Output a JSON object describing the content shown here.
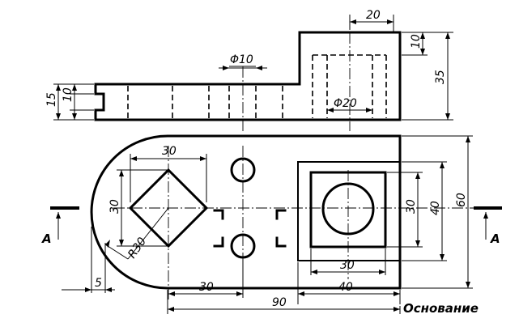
{
  "figure": {
    "caption": "Основание",
    "section_label_left": "A",
    "section_label_right": "A"
  },
  "dimensions": {
    "boss_width": "20",
    "boss_height": "10",
    "total_height": "35",
    "base_thickness": "15",
    "step_height": "10",
    "hole_small_diameter": "Φ10",
    "hole_large_diameter": "Φ20",
    "square_width": "30",
    "square_height": "30",
    "radius": "R30",
    "offset": "5",
    "right_square_height": "30",
    "right_block_height": "40",
    "total_width": "60",
    "right_square_width": "30",
    "right_block_width": "40",
    "hole_position": "30",
    "total_length": "90"
  }
}
